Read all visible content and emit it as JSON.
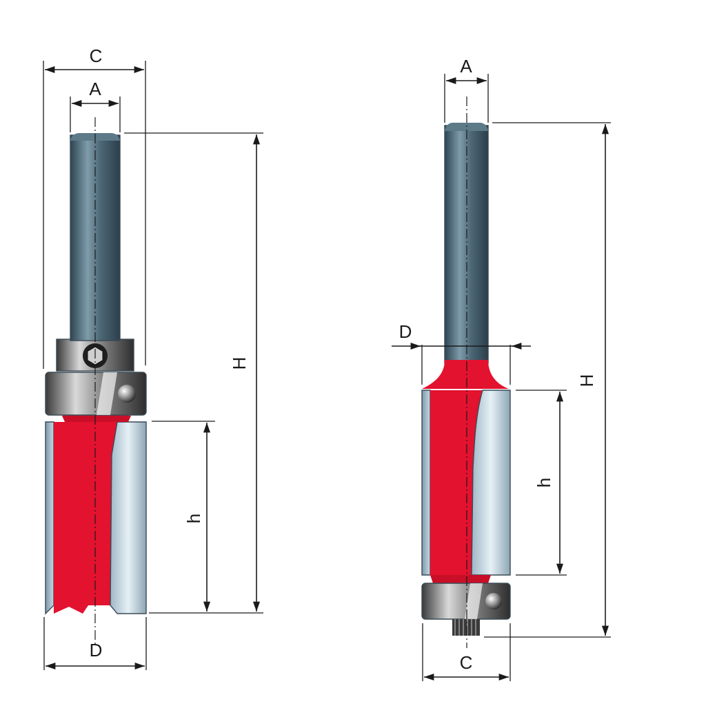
{
  "left_bit": {
    "labels": {
      "C": "C",
      "A": "A",
      "H": "H",
      "h": "h",
      "D": "D"
    }
  },
  "right_bit": {
    "labels": {
      "A": "A",
      "D": "D",
      "H": "H",
      "h": "h",
      "C": "C"
    }
  },
  "colors": {
    "cutter_red": "#e3122f",
    "steel_dark": "#3f5866",
    "steel_light": "#d7e6ef",
    "bearing_dark": "#4a4a4a",
    "line": "#1a1a1a"
  }
}
